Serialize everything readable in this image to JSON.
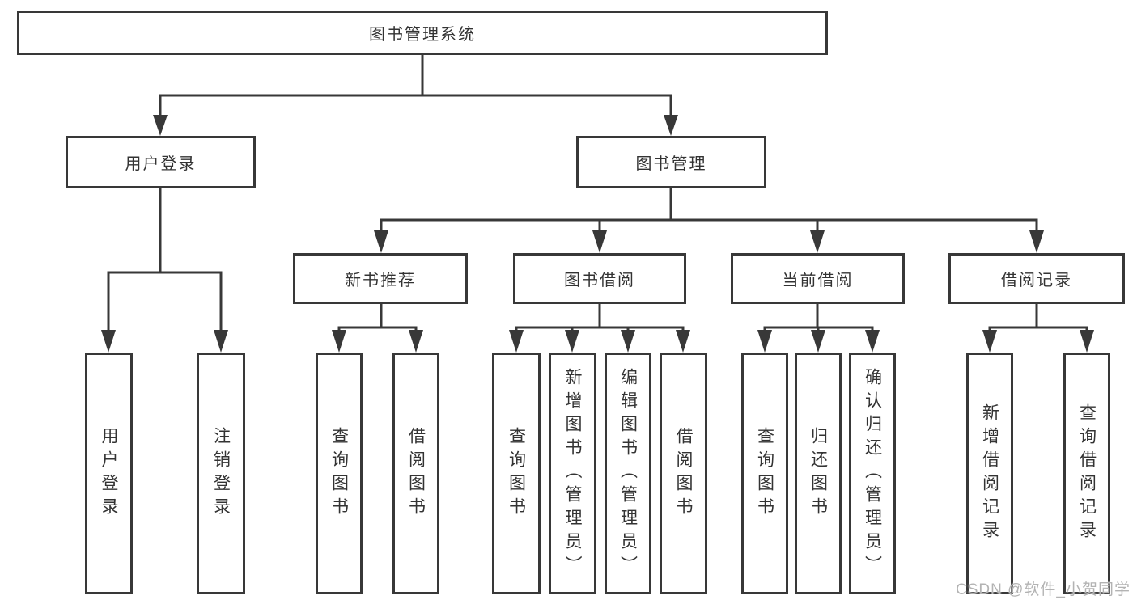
{
  "diagram_title": "图书管理系统",
  "watermark": {
    "text": "CSDN @软件_小贺同学"
  },
  "colors": {
    "line": "#383838",
    "box_border": "#383838",
    "text": "#333333",
    "watermark": "#b3b3b3",
    "background": "#ffffff"
  },
  "tree": {
    "label": "图书管理系统",
    "children": [
      {
        "label": "用户登录",
        "children": [
          {
            "label": "用户登录"
          },
          {
            "label": "注销登录"
          }
        ]
      },
      {
        "label": "图书管理",
        "children": [
          {
            "label": "新书推荐",
            "children": [
              {
                "label": "查询图书"
              },
              {
                "label": "借阅图书"
              }
            ]
          },
          {
            "label": "图书借阅",
            "children": [
              {
                "label": "查询图书"
              },
              {
                "label": "新增图书（管理员）"
              },
              {
                "label": "编辑图书（管理员）"
              },
              {
                "label": "借阅图书"
              }
            ]
          },
          {
            "label": "当前借阅",
            "children": [
              {
                "label": "查询图书"
              },
              {
                "label": "归还图书"
              },
              {
                "label": "确认归还（管理员）"
              }
            ]
          },
          {
            "label": "借阅记录",
            "children": [
              {
                "label": "新增借阅记录"
              },
              {
                "label": "查询借阅记录"
              }
            ]
          }
        ]
      }
    ]
  }
}
